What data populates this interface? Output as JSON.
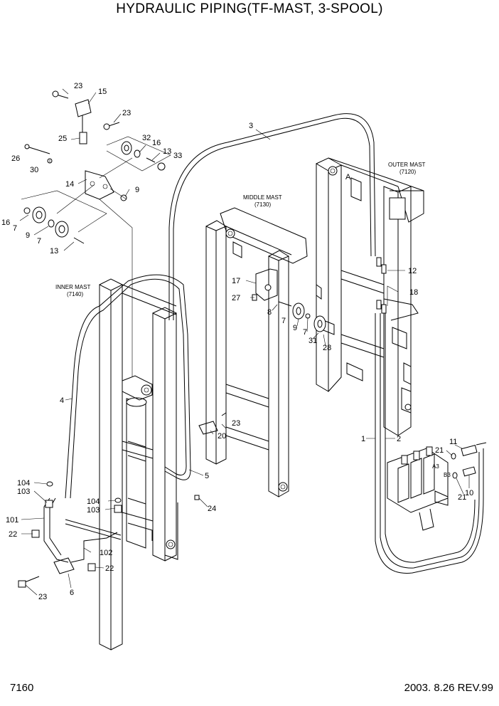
{
  "header": {
    "title": "HYDRAULIC PIPING(TF-MAST, 3-SPOOL)"
  },
  "footer": {
    "page_number": "7160",
    "revision": "2003. 8.26 REV.99"
  },
  "captions": {
    "outer_mast": "OUTER MAST",
    "outer_mast_no": "(7120)",
    "middle_mast": "MIDDLE MAST",
    "middle_mast_no": "(7130)",
    "inner_mast": "INNER MAST",
    "inner_mast_no": "(7140)",
    "point_a": "A",
    "port_a3": "A3",
    "port_b3": "B3"
  },
  "part_labels": {
    "p23a": "23",
    "p15": "15",
    "p23b": "23",
    "p25": "25",
    "p32": "32",
    "p16a": "16",
    "p13a": "13",
    "p33": "33",
    "p26": "26",
    "p30": "30",
    "p14": "14",
    "p9a": "9",
    "p16b": "16",
    "p7a": "7",
    "p9b": "9",
    "p7b": "7",
    "p13b": "13",
    "p3": "3",
    "p12": "12",
    "p18": "18",
    "p17": "17",
    "p27": "27",
    "p8": "8",
    "p9c": "9",
    "p7c": "7",
    "p7d": "7",
    "p31": "31",
    "p28": "28",
    "p4": "4",
    "p23c": "23",
    "p20": "20",
    "p5": "5",
    "p24": "24",
    "p1": "1",
    "p2": "2",
    "p11": "11",
    "p21a": "21",
    "p10": "10",
    "p21b": "21",
    "p104a": "104",
    "p103a": "103",
    "p104b": "104",
    "p103b": "103",
    "p101": "101",
    "p22a": "22",
    "p102": "102",
    "p22b": "22",
    "p6": "6",
    "p23d": "23"
  }
}
